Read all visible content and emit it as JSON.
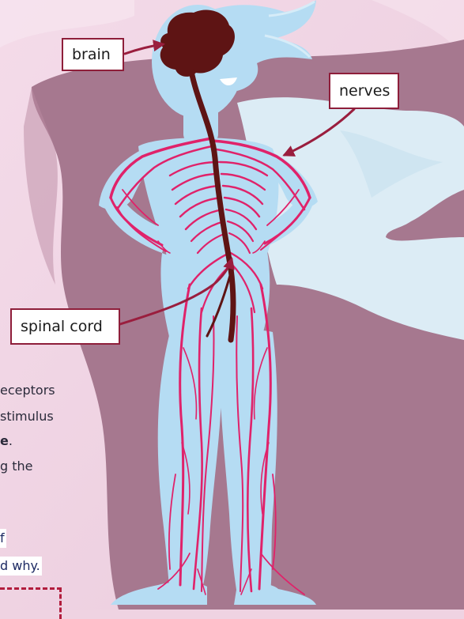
{
  "labels": {
    "brain": "brain",
    "nerves": "nerves",
    "spinal_cord": "spinal cord"
  },
  "side_text": {
    "line1": "eceptors",
    "line2": "stimulus",
    "line3_bold": "e",
    "line3_rest": ".",
    "line4": "g the",
    "line5": "f",
    "line6": "d why."
  },
  "colors": {
    "background_pink": "#efd3e2",
    "mauve_backdrop": "#a6788f",
    "cape": "#dcecf5",
    "body_silhouette": "#b5dcf3",
    "nerves": "#e0226a",
    "brain_spine": "#5e1414",
    "label_border": "#8e1e3a",
    "pointer_arrow": "#9a1e3e"
  }
}
